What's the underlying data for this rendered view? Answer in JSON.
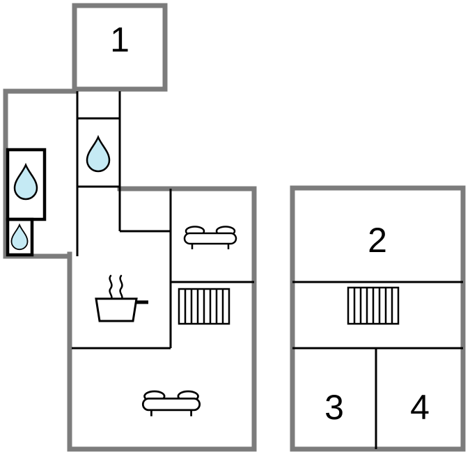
{
  "page": {
    "background": "#ffffff"
  },
  "plan": {
    "type": "floor-plan",
    "rooms": {
      "room1": {
        "label": "1"
      },
      "room2": {
        "label": "2"
      },
      "room3": {
        "label": "3"
      },
      "room4": {
        "label": "4"
      }
    },
    "colors": {
      "exterior_wall": "#7c7c7c",
      "interior_wall": "#000000",
      "fixture_wall": "#000000",
      "water_drop_fill": "#c5eaf4",
      "icon_stroke": "#000000",
      "icon_fill": "#ffffff"
    },
    "icons": {
      "water_drop_count": 3,
      "sofa_count": 2,
      "staircase_count": 2,
      "stove_count": 1,
      "names": [
        "water-drop-icon",
        "sofa-icon",
        "stairs-icon",
        "cooking-pot-icon"
      ]
    }
  }
}
